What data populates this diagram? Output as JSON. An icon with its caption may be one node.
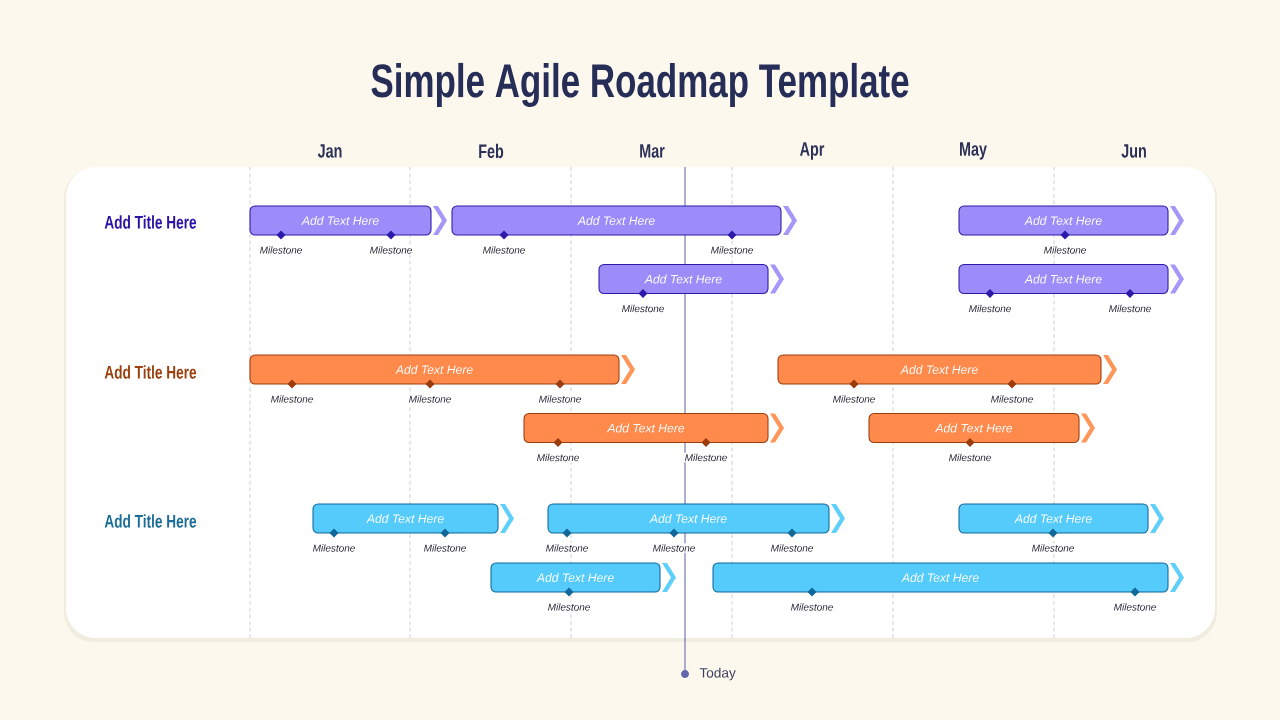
{
  "diagram": {
    "title": "Simple Agile Roadmap Template",
    "nodes": [
      {
        "text": [
          "Add Text Here"
        ],
        "beside": [
          "Milestone",
          "Milestone"
        ]
      },
      {
        "text": [
          "Add Text Here"
        ],
        "beside": [
          "Milestone",
          "Milestone"
        ]
      },
      {
        "text": [
          "Add Text Here"
        ],
        "beside": [
          "Milestone"
        ]
      },
      {
        "text": [
          "Add Text Here"
        ],
        "beside": [
          "Milestone"
        ]
      },
      {
        "text": [
          "Add Text Here"
        ],
        "beside": [
          "Milestone",
          "Milestone"
        ]
      },
      {
        "text": [
          "Add Text Here"
        ],
        "beside": [
          "Milestone",
          "Milestone",
          "Milestone"
        ]
      },
      {
        "text": [
          "Add Text Here"
        ],
        "beside": [
          "Milestone",
          "Milestone"
        ]
      },
      {
        "text": [
          "Add Text Here"
        ],
        "beside": [
          "Milestone",
          "Milestone"
        ]
      },
      {
        "text": [
          "Add Text Here"
        ],
        "beside": [
          "Milestone"
        ]
      },
      {
        "text": [
          "Add Text Here"
        ],
        "beside": [
          "Milestone",
          "Milestone"
        ]
      },
      {
        "text": [
          "Add Text Here"
        ],
        "beside": [
          "Milestone",
          "Milestone",
          "Milestone"
        ]
      },
      {
        "text": [
          "Add Text Here"
        ],
        "beside": [
          "Milestone"
        ]
      },
      {
        "text": [
          "Add Text Here"
        ],
        "beside": [
          "Milestone"
        ]
      },
      {
        "text": [
          "Add Text Here"
        ],
        "beside": [
          "Milestone",
          "Milestone"
        ]
      }
    ],
    "labels": [
      "Jan",
      "Feb",
      "Mar",
      "Apr",
      "May",
      "Jun",
      "Add Title Here",
      "Add Title Here",
      "Add Title Here",
      "Today"
    ]
  }
}
